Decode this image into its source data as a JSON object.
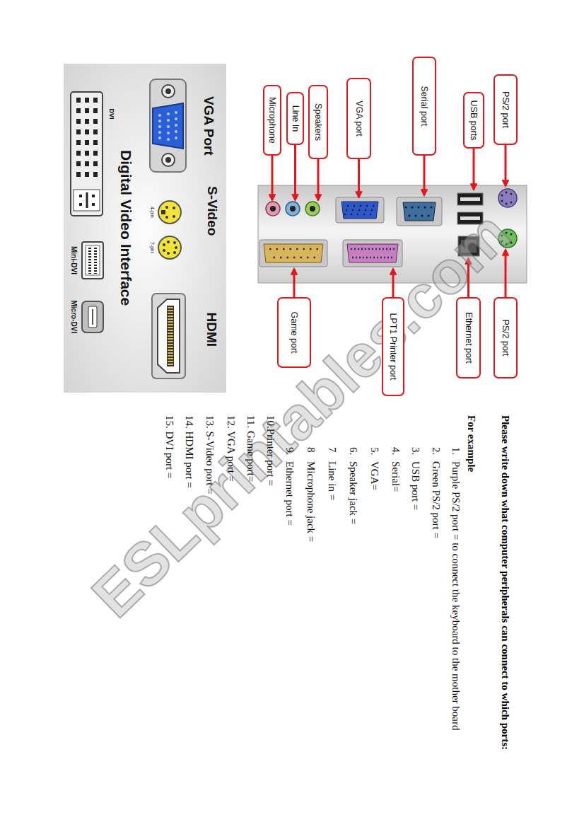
{
  "diagram": {
    "title": "Please write down what computer peripherals can connect to which ports:",
    "nodes": [
      {
        "text": [
          "PS/2 port"
        ]
      },
      {
        "text": [
          "USB ports"
        ]
      },
      {
        "text": [
          "Serial port"
        ]
      },
      {
        "text": [
          "VGA port"
        ]
      },
      {
        "text": [
          "Speakers"
        ]
      },
      {
        "text": [
          "Line In"
        ]
      },
      {
        "text": [
          "Microphone"
        ]
      },
      {
        "text": [
          "PS/2 port"
        ]
      },
      {
        "text": [
          "Ethernet port"
        ]
      },
      {
        "text": [
          "LPT1 Printer port"
        ]
      },
      {
        "text": [
          "Game port"
        ]
      }
    ],
    "labels": [
      "VGA Port",
      "S-Video",
      "HDMI",
      "Digital Video Interface",
      "DVI",
      "4-pin",
      "7-pin",
      "Mini-DVI",
      "Micro-DVI",
      "For example",
      "1.",
      "Purple PS/2 port = to connect the keyboard to the mother board",
      "2.",
      "Green PS/2 port =",
      "3.",
      "USB port =",
      "4.",
      "Serial=",
      "5.",
      "VGA=",
      "6.",
      "Speaker jack =",
      "7",
      "Line in =",
      "8",
      "Microphone jack =",
      "9.",
      "Ethernet port =",
      "10.Printer port =",
      "11. Game port=",
      "12. VGA port =",
      "13. S-Video port =",
      "14. HDMI port =",
      "15. DVI port =",
      "ESLprintables.com"
    ]
  }
}
